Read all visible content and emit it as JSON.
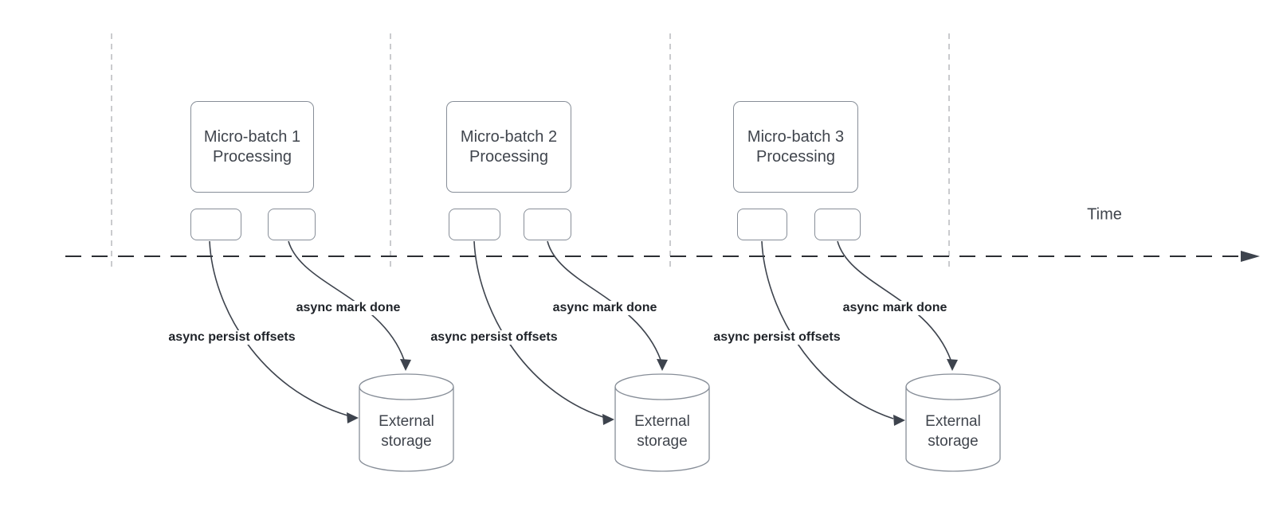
{
  "diagram": {
    "time_axis_label": "Time",
    "batches": [
      {
        "title_line1": "Micro-batch 1",
        "title_line2": "Processing",
        "persist_label": "async persist offsets",
        "done_label": "async mark done",
        "storage_line1": "External",
        "storage_line2": "storage"
      },
      {
        "title_line1": "Micro-batch 2",
        "title_line2": "Processing",
        "persist_label": "async persist offsets",
        "done_label": "async mark done",
        "storage_line1": "External",
        "storage_line2": "storage"
      },
      {
        "title_line1": "Micro-batch 3",
        "title_line2": "Processing",
        "persist_label": "async persist offsets",
        "done_label": "async mark done",
        "storage_line1": "External",
        "storage_line2": "storage"
      }
    ],
    "colors": {
      "background": "#ffffff",
      "shape_stroke": "#878e98",
      "shape_text": "#40454d",
      "edge_stroke": "#3d434d",
      "edge_label_text": "#1f2329",
      "timeline_stroke": "#2b2e33",
      "lane_divider_stroke": "#b9babd"
    }
  }
}
